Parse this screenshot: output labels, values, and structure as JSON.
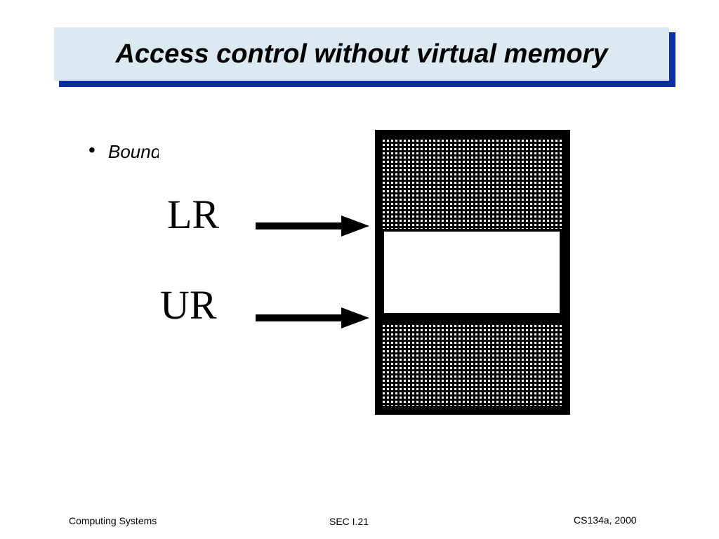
{
  "slide": {
    "title": "Access control without virtual memory",
    "bullet_text": "Bounds registers"
  },
  "figure": {
    "lower_register_label": "LR",
    "upper_register_label": "UR"
  },
  "footer": {
    "left": "Computing Systems",
    "center": "SEC I.21",
    "right": "CS134a, 2000"
  }
}
